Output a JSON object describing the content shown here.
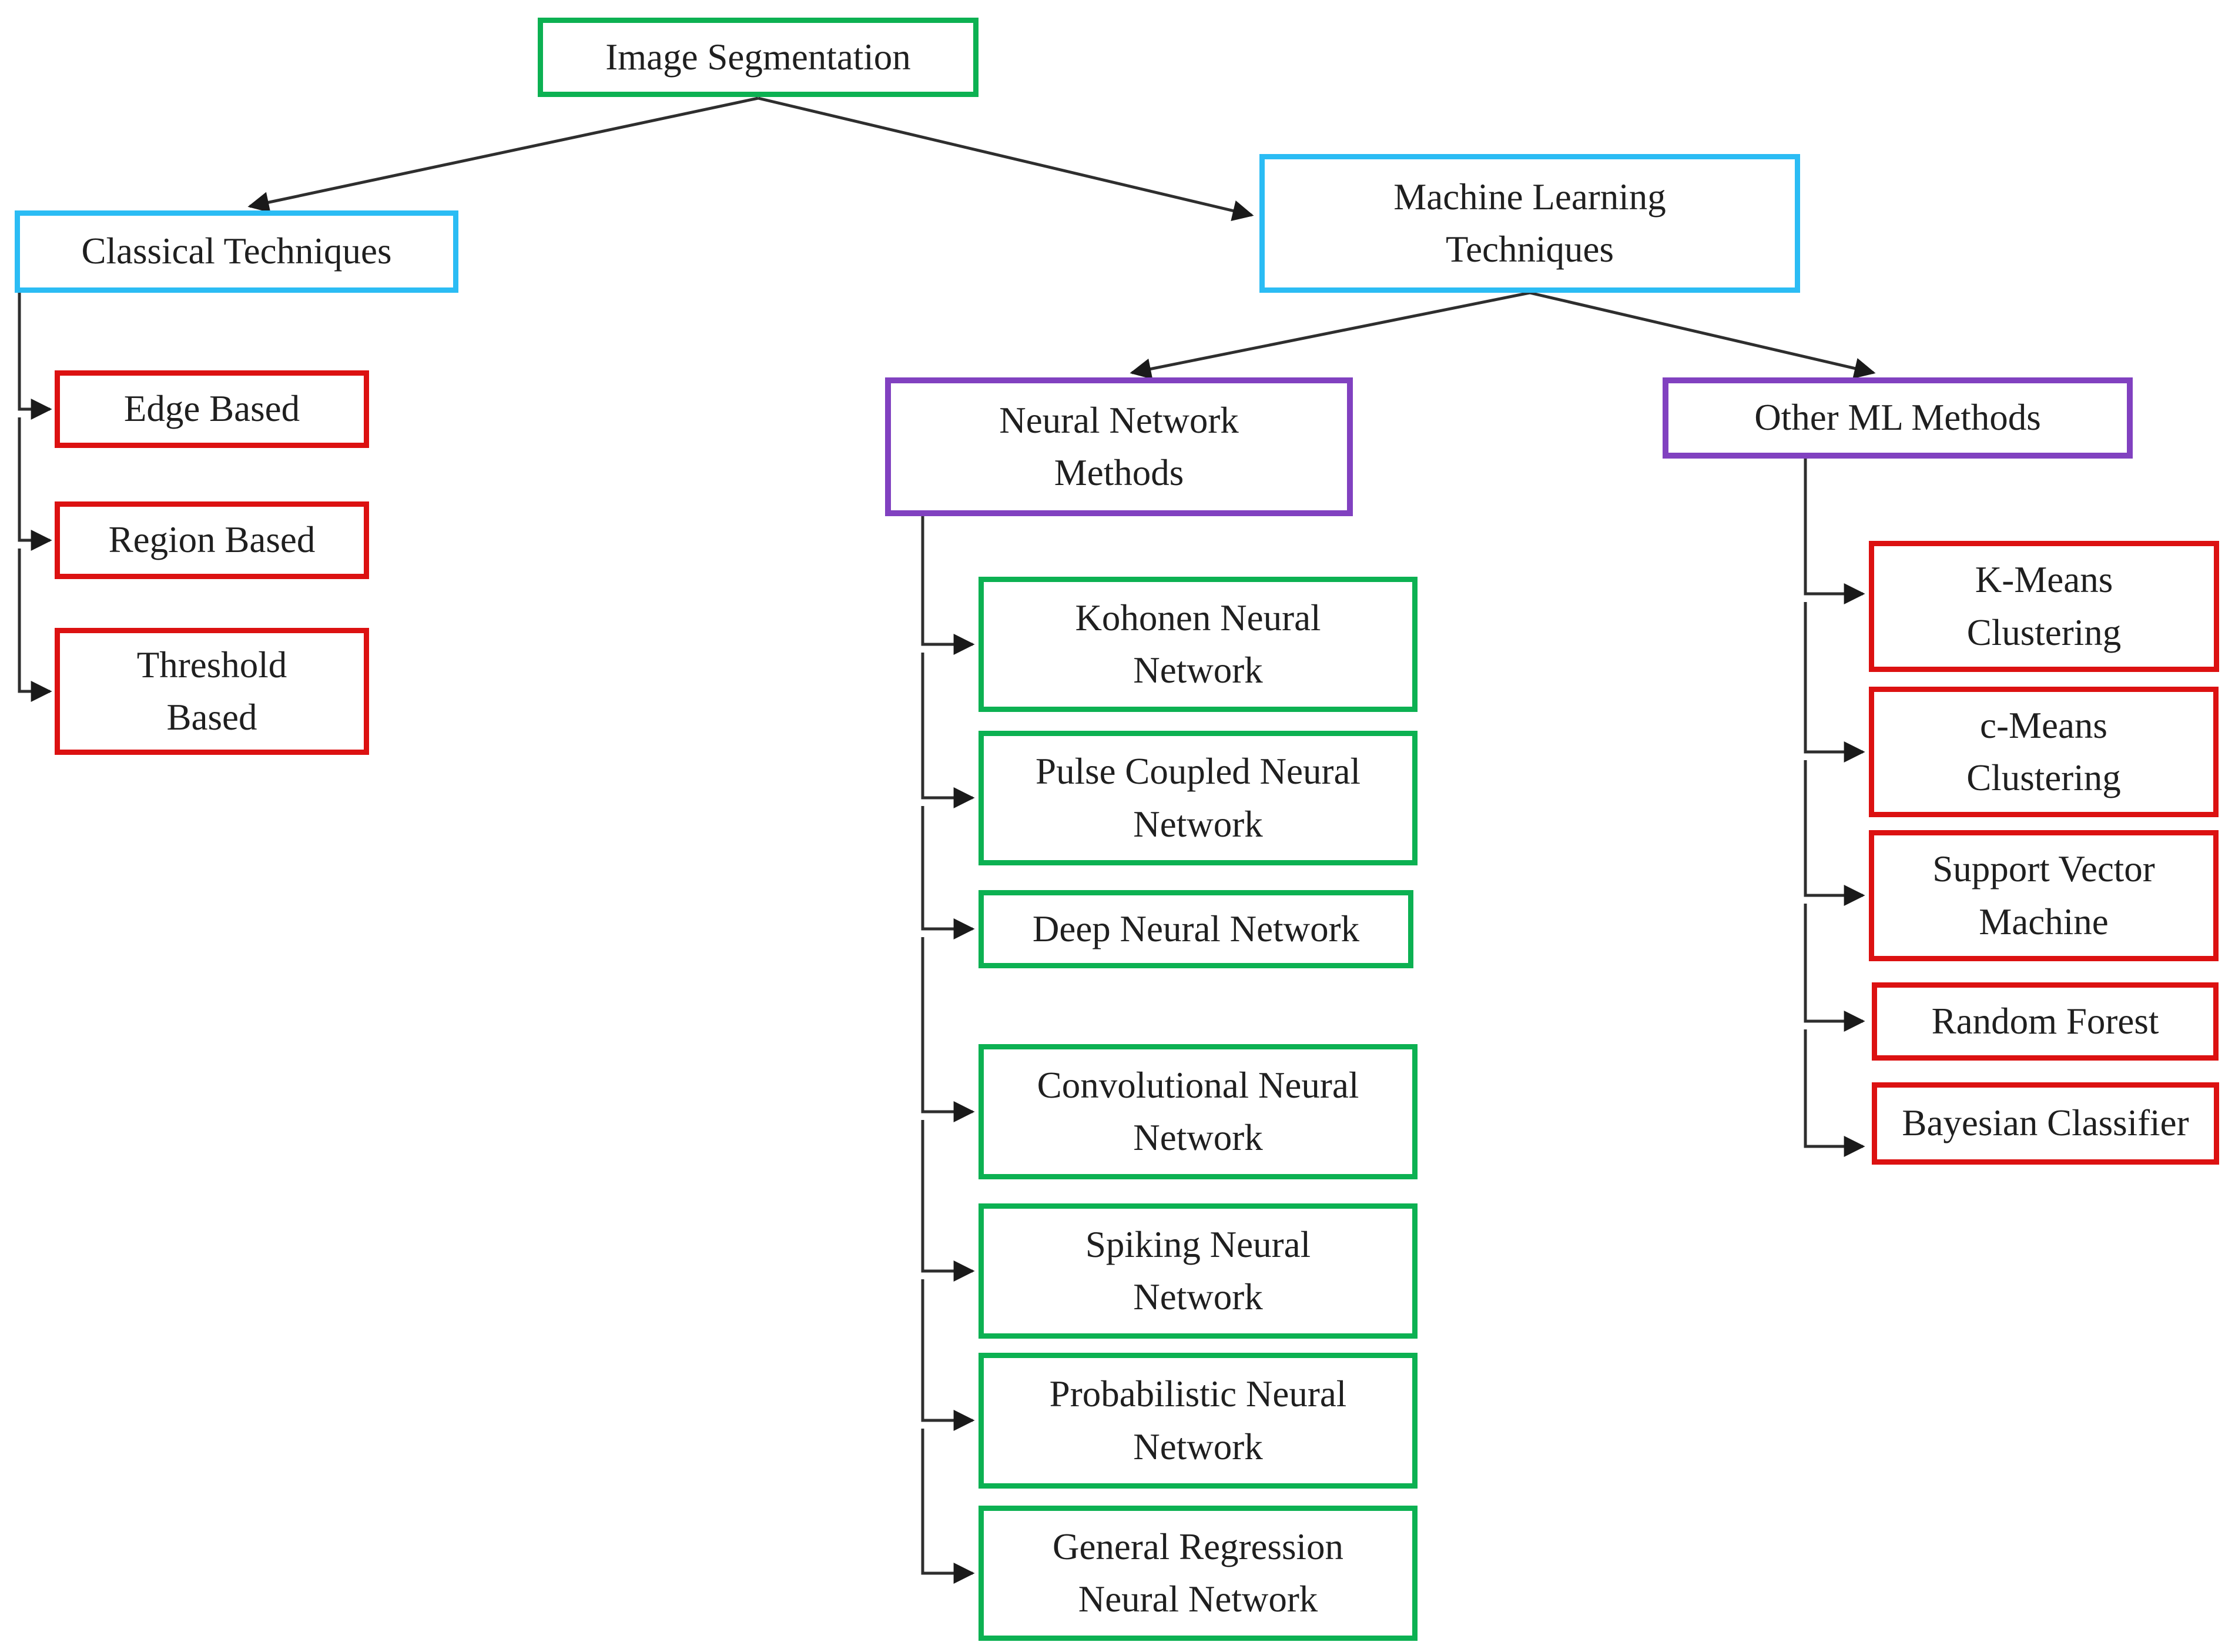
{
  "diagram_title": "Image Segmentation techniques taxonomy",
  "colors": {
    "green": "#0cb152",
    "cyan": "#2bbcf4",
    "purple": "#8141c0",
    "red": "#dc1111",
    "line": "#2e2e2e",
    "text": "#1f1f1f",
    "background": "#ffffff"
  },
  "nodes": {
    "image_segmentation": {
      "label": "Image Segmentation",
      "border": "green",
      "level": 0
    },
    "classical_techniques": {
      "label": "Classical Techniques",
      "border": "cyan",
      "level": 1,
      "parent": "image_segmentation"
    },
    "machine_learning_techniques": {
      "label": "Machine Learning\nTechniques",
      "border": "cyan",
      "level": 1,
      "parent": "image_segmentation"
    },
    "edge_based": {
      "label": "Edge Based",
      "border": "red",
      "level": 2,
      "parent": "classical_techniques"
    },
    "region_based": {
      "label": "Region Based",
      "border": "red",
      "level": 2,
      "parent": "classical_techniques"
    },
    "threshold_based": {
      "label": "Threshold\nBased",
      "border": "red",
      "level": 2,
      "parent": "classical_techniques"
    },
    "neural_network_methods": {
      "label": "Neural Network\nMethods",
      "border": "purple",
      "level": 2,
      "parent": "machine_learning_techniques"
    },
    "other_ml_methods": {
      "label": "Other ML Methods",
      "border": "purple",
      "level": 2,
      "parent": "machine_learning_techniques"
    },
    "kohonen_neural_network": {
      "label": "Kohonen Neural\nNetwork",
      "border": "green",
      "level": 3,
      "parent": "neural_network_methods"
    },
    "pulse_coupled_neural_network": {
      "label": "Pulse Coupled Neural\nNetwork",
      "border": "green",
      "level": 3,
      "parent": "neural_network_methods"
    },
    "deep_neural_network": {
      "label": "Deep Neural Network",
      "border": "green",
      "level": 3,
      "parent": "neural_network_methods"
    },
    "convolutional_neural_network": {
      "label": "Convolutional Neural\nNetwork",
      "border": "green",
      "level": 3,
      "parent": "neural_network_methods"
    },
    "spiking_neural_network": {
      "label": "Spiking Neural\nNetwork",
      "border": "green",
      "level": 3,
      "parent": "neural_network_methods"
    },
    "probabilistic_neural_network": {
      "label": "Probabilistic Neural\nNetwork",
      "border": "green",
      "level": 3,
      "parent": "neural_network_methods"
    },
    "general_regression_neural_network": {
      "label": "General Regression\nNeural Network",
      "border": "green",
      "level": 3,
      "parent": "neural_network_methods"
    },
    "k_means_clustering": {
      "label": "K-Means\nClustering",
      "border": "red",
      "level": 3,
      "parent": "other_ml_methods"
    },
    "c_means_clustering": {
      "label": "c-Means\nClustering",
      "border": "red",
      "level": 3,
      "parent": "other_ml_methods"
    },
    "support_vector_machine": {
      "label": "Support Vector\nMachine",
      "border": "red",
      "level": 3,
      "parent": "other_ml_methods"
    },
    "random_forest": {
      "label": "Random Forest",
      "border": "red",
      "level": 3,
      "parent": "other_ml_methods"
    },
    "bayesian_classifier": {
      "label": "Bayesian Classifier",
      "border": "red",
      "level": 3,
      "parent": "other_ml_methods"
    }
  }
}
